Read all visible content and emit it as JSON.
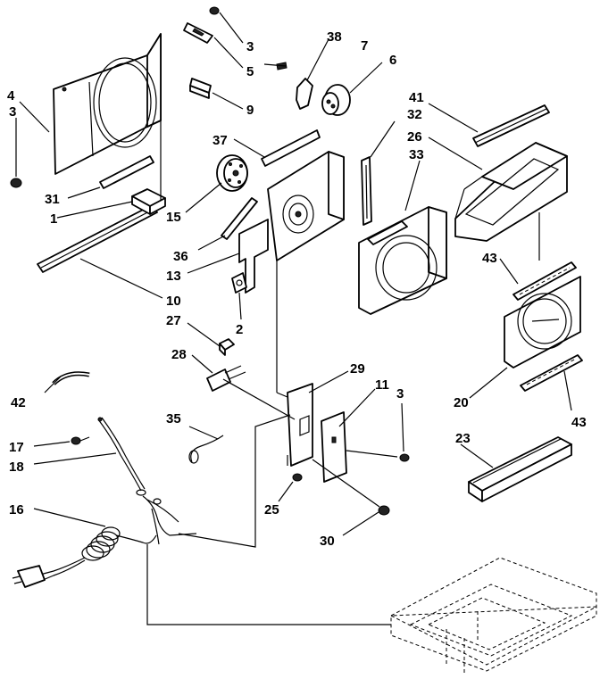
{
  "callouts": [
    {
      "id": "c-3-top",
      "text": "3"
    },
    {
      "id": "c-5",
      "text": "5"
    },
    {
      "id": "c-38",
      "text": "38"
    },
    {
      "id": "c-7",
      "text": "7"
    },
    {
      "id": "c-6",
      "text": "6"
    },
    {
      "id": "c-9",
      "text": "9"
    },
    {
      "id": "c-4",
      "text": "4"
    },
    {
      "id": "c-3-left",
      "text": "3"
    },
    {
      "id": "c-41",
      "text": "41"
    },
    {
      "id": "c-32",
      "text": "32"
    },
    {
      "id": "c-26",
      "text": "26"
    },
    {
      "id": "c-37",
      "text": "37"
    },
    {
      "id": "c-33",
      "text": "33"
    },
    {
      "id": "c-31",
      "text": "31"
    },
    {
      "id": "c-1",
      "text": "1"
    },
    {
      "id": "c-15",
      "text": "15"
    },
    {
      "id": "c-36",
      "text": "36"
    },
    {
      "id": "c-13",
      "text": "13"
    },
    {
      "id": "c-43-top",
      "text": "43"
    },
    {
      "id": "c-10",
      "text": "10"
    },
    {
      "id": "c-2",
      "text": "2"
    },
    {
      "id": "c-27",
      "text": "27"
    },
    {
      "id": "c-28",
      "text": "28"
    },
    {
      "id": "c-29",
      "text": "29"
    },
    {
      "id": "c-11",
      "text": "11"
    },
    {
      "id": "c-3-right",
      "text": "3"
    },
    {
      "id": "c-20",
      "text": "20"
    },
    {
      "id": "c-42",
      "text": "42"
    },
    {
      "id": "c-35",
      "text": "35"
    },
    {
      "id": "c-43-bottom",
      "text": "43"
    },
    {
      "id": "c-17",
      "text": "17"
    },
    {
      "id": "c-18",
      "text": "18"
    },
    {
      "id": "c-23",
      "text": "23"
    },
    {
      "id": "c-25",
      "text": "25"
    },
    {
      "id": "c-16",
      "text": "16"
    },
    {
      "id": "c-30",
      "text": "30"
    }
  ]
}
